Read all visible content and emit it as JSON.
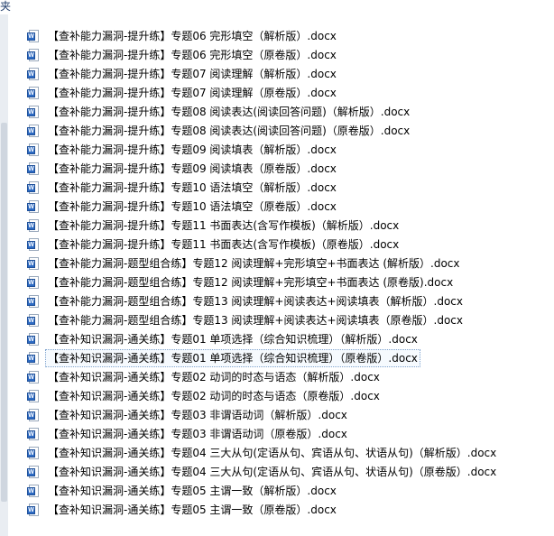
{
  "header": {
    "title": "夹"
  },
  "files": [
    {
      "name": "【查补能力漏洞-提升练】专题06 完形填空（解析版）.docx"
    },
    {
      "name": "【查补能力漏洞-提升练】专题06 完形填空（原卷版）.docx"
    },
    {
      "name": "【查补能力漏洞-提升练】专题07 阅读理解（解析版）.docx"
    },
    {
      "name": "【查补能力漏洞-提升练】专题07 阅读理解（原卷版）.docx"
    },
    {
      "name": "【查补能力漏洞-提升练】专题08 阅读表达(阅读回答问题)（解析版）.docx"
    },
    {
      "name": "【查补能力漏洞-提升练】专题08 阅读表达(阅读回答问题)（原卷版）.docx"
    },
    {
      "name": "【查补能力漏洞-提升练】专题09 阅读填表（解析版）.docx"
    },
    {
      "name": "【查补能力漏洞-提升练】专题09 阅读填表（原卷版）.docx"
    },
    {
      "name": "【查补能力漏洞-提升练】专题10 语法填空（解析版）.docx"
    },
    {
      "name": "【查补能力漏洞-提升练】专题10 语法填空（原卷版）.docx"
    },
    {
      "name": "【查补能力漏洞-提升练】专题11 书面表达(含写作模板)（解析版）.docx"
    },
    {
      "name": "【查补能力漏洞-提升练】专题11 书面表达(含写作模板)（原卷版）.docx"
    },
    {
      "name": "【查补能力漏洞-题型组合练】专题12 阅读理解+完形填空+书面表达 (解析版）.docx"
    },
    {
      "name": "【查补能力漏洞-题型组合练】专题12 阅读理解+完形填空+书面表达 (原卷版).docx"
    },
    {
      "name": "【查补能力漏洞-题型组合练】专题13 阅读理解+阅读表达+阅读填表（解析版）.docx"
    },
    {
      "name": "【查补能力漏洞-题型组合练】专题13 阅读理解+阅读表达+阅读填表（原卷版）.docx"
    },
    {
      "name": "【查补知识漏洞-通关练】专题01 单项选择（综合知识梳理）（解析版）.docx"
    },
    {
      "name": "【查补知识漏洞-通关练】专题01 单项选择（综合知识梳理）（原卷版）.docx",
      "selected": true
    },
    {
      "name": "【查补知识漏洞-通关练】专题02 动词的时态与语态（解析版）.docx"
    },
    {
      "name": "【查补知识漏洞-通关练】专题02 动词的时态与语态（原卷版）.docx"
    },
    {
      "name": "【查补知识漏洞-通关练】专题03 非谓语动词（解析版）.docx"
    },
    {
      "name": "【查补知识漏洞-通关练】专题03 非谓语动词（原卷版）.docx"
    },
    {
      "name": "【查补知识漏洞-通关练】专题04 三大从句(定语从句、宾语从句、状语从句)（解析版）.docx"
    },
    {
      "name": "【查补知识漏洞-通关练】专题04 三大从句(定语从句、宾语从句、状语从句)（原卷版）.docx"
    },
    {
      "name": "【查补知识漏洞-通关练】专题05 主谓一致（解析版）.docx"
    },
    {
      "name": "【查补知识漏洞-通关练】专题05 主谓一致（原卷版）.docx"
    }
  ],
  "icons": {
    "file_icon": "word-document-icon",
    "badge_letter": "W"
  },
  "colors": {
    "selection_border": "#7da2ce",
    "word_blue": "#2d6bc4"
  }
}
